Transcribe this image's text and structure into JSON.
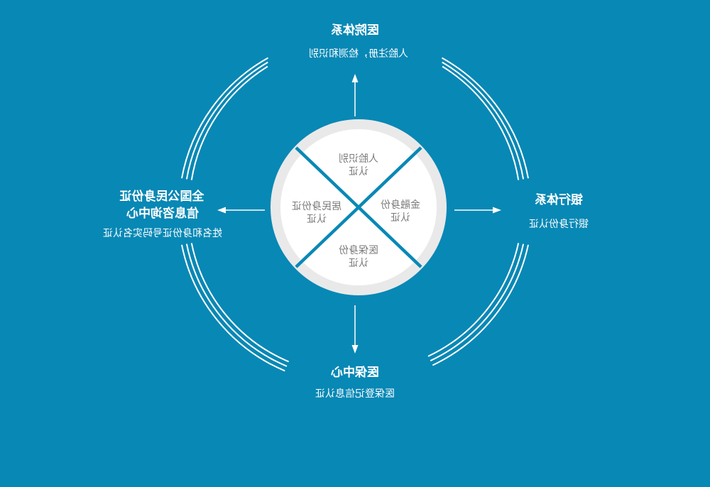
{
  "colors": {
    "background": "#0888b5",
    "ring": "#ffffff",
    "disc_outer": "#e9e9ea",
    "disc_inner": "#ffffff",
    "cross": "#0888b5",
    "sector_text": "#7a7a7a"
  },
  "nodes": {
    "top": {
      "title": "医院体系",
      "subtitle": "人脸注册，检测和识别"
    },
    "right": {
      "title": "银行体系",
      "subtitle": "银行身份认证"
    },
    "bottom": {
      "title": "医保中心",
      "subtitle": "医保登记信息认证"
    },
    "left": {
      "title_line1": "全国公民身份证",
      "title_line2": "信息咨询中心",
      "subtitle": "姓名和身份证号码实名认证"
    }
  },
  "sectors": {
    "top": {
      "line1": "人脸识别",
      "line2": "认证"
    },
    "right": {
      "line1": "金融身份",
      "line2": "认证"
    },
    "bottom": {
      "line1": "医保身份",
      "line2": "认证"
    },
    "left": {
      "line1": "居民身份证",
      "line2": "认证"
    }
  }
}
